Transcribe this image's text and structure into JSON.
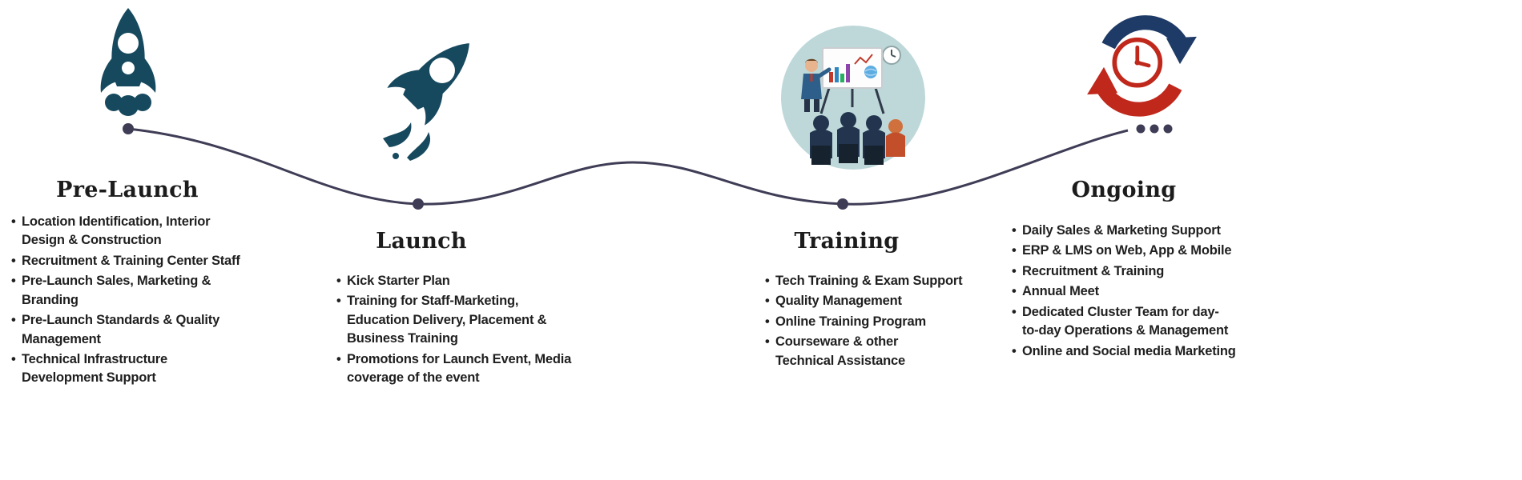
{
  "colors": {
    "rocket_teal": "#17495e",
    "connector": "#3f3d56",
    "title_text": "#1c1c1c",
    "body_text": "#1f1f1f",
    "ongoing_red": "#c0281c",
    "ongoing_navy": "#1e3a66",
    "training_circle_bg": "#bed8d9"
  },
  "stages": [
    {
      "title": "Pre-Launch",
      "icon": "rocket-icon",
      "items": [
        "Location Identification, Interior\nDesign & Construction",
        "Recruitment & Training Center Staff",
        "Pre-Launch Sales, Marketing &\nBranding",
        "Pre-Launch Standards & Quality\nManagement",
        "Technical Infrastructure\nDevelopment Support"
      ]
    },
    {
      "title": "Launch",
      "icon": "rocket-launch-icon",
      "items": [
        "Kick Starter Plan",
        "Training for Staff-Marketing,\nEducation Delivery, Placement &\nBusiness Training",
        "Promotions for Launch Event, Media\ncoverage of the event"
      ]
    },
    {
      "title": "Training",
      "icon": "training-presentation-icon",
      "items": [
        "Tech Training & Exam Support",
        "Quality Management",
        "Online Training Program",
        "Courseware & other\nTechnical Assistance"
      ]
    },
    {
      "title": "Ongoing",
      "icon": "ongoing-cycle-icon",
      "items": [
        "Daily Sales & Marketing Support",
        "ERP & LMS on Web, App & Mobile",
        "Recruitment & Training",
        "Annual Meet",
        "Dedicated Cluster Team for day-\nto-day Operations & Management",
        "Online and Social media Marketing"
      ]
    }
  ]
}
